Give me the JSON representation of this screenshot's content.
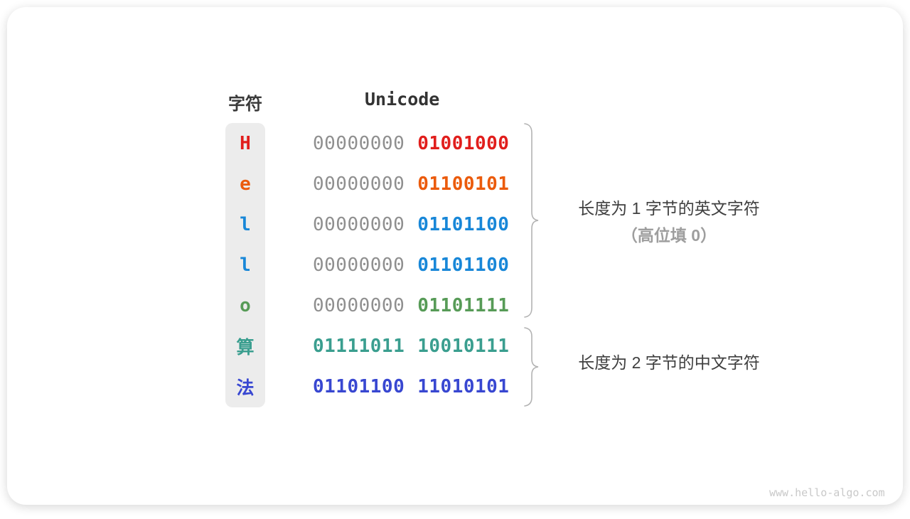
{
  "header": {
    "char_col": "字符",
    "unicode_col": "Unicode"
  },
  "rows": [
    {
      "char": "H",
      "color": "#e11e1c",
      "byte1": "00000000",
      "byte1_color": "#8f8f8f",
      "byte2": "01001000",
      "byte2_color": "#e11e1c"
    },
    {
      "char": "e",
      "color": "#eb5b0c",
      "byte1": "00000000",
      "byte1_color": "#8f8f8f",
      "byte2": "01100101",
      "byte2_color": "#eb5b0c"
    },
    {
      "char": "l",
      "color": "#1887d8",
      "byte1": "00000000",
      "byte1_color": "#8f8f8f",
      "byte2": "01101100",
      "byte2_color": "#1887d8"
    },
    {
      "char": "l",
      "color": "#1887d8",
      "byte1": "00000000",
      "byte1_color": "#8f8f8f",
      "byte2": "01101100",
      "byte2_color": "#1887d8"
    },
    {
      "char": "o",
      "color": "#579b57",
      "byte1": "00000000",
      "byte1_color": "#8f8f8f",
      "byte2": "01101111",
      "byte2_color": "#579b57"
    },
    {
      "char": "算",
      "color": "#3a9e8f",
      "byte1": "01111011",
      "byte1_color": "#3a9e8f",
      "byte2": "10010111",
      "byte2_color": "#3a9e8f"
    },
    {
      "char": "法",
      "color": "#3847d1",
      "byte1": "01101100",
      "byte1_color": "#3847d1",
      "byte2": "11010101",
      "byte2_color": "#3847d1"
    }
  ],
  "annotations": {
    "group1_line1": "长度为 1 字节的英文字符",
    "group1_line2": "（高位填 0）",
    "group2_line1": "长度为 2 字节的中文字符"
  },
  "watermark": "www.hello-algo.com",
  "colors": {
    "gray_byte": "#8f8f8f",
    "strip_bg": "#ececec",
    "brace": "#b3b3b3",
    "note_dark": "#3f3f3f",
    "note_light": "#9e9e9e"
  }
}
